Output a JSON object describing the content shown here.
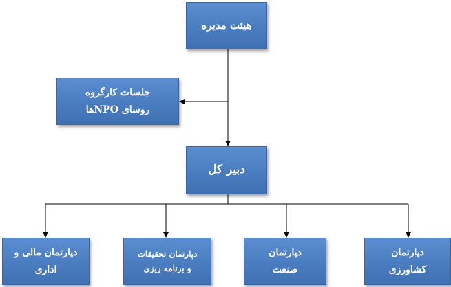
{
  "nodes": {
    "board": {
      "line1": "هیئت مدیره"
    },
    "working_group": {
      "line1": "جلسات کارگروه",
      "line2": "روسای NPOها"
    },
    "ceo": {
      "line1": "دبیر کل"
    },
    "finance": {
      "line1": "دپارتمان مالی و",
      "line2": "اداری"
    },
    "research": {
      "line1": "دپارتمان تحقیقات",
      "line2": "و برنامه ریزی"
    },
    "industry": {
      "line1": "دپارتمان",
      "line2": "صنعت"
    },
    "agriculture": {
      "line1": "دپارتمان",
      "line2": "کشاورزی"
    }
  },
  "colors": {
    "box": "#4f81bd",
    "connector": "#000000",
    "text": "#ffffff"
  }
}
